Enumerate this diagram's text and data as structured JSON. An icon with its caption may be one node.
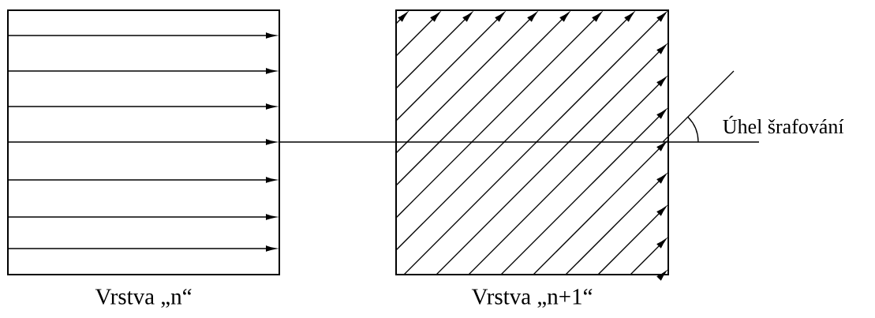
{
  "diagram": {
    "nodes": [
      {
        "text": [
          "Vrstva „n“"
        ]
      },
      {
        "text": [
          "Vrstva „n+1“"
        ]
      }
    ],
    "labels": [
      "Úhel šrafování"
    ]
  }
}
